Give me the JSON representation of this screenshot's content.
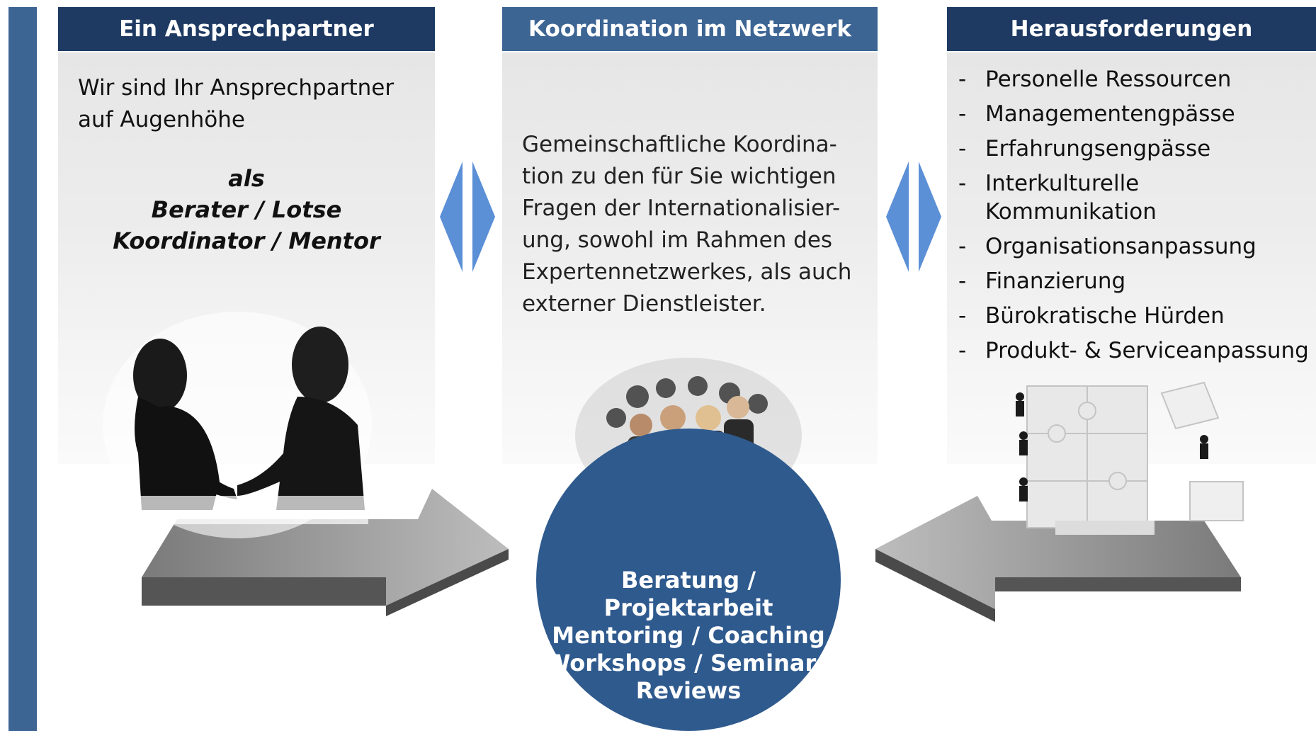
{
  "panels": {
    "left": {
      "title": "Ein Ansprechpartner",
      "intro_line1": "Wir sind Ihr Ansprechpartner",
      "intro_line2": "auf Augenhöhe",
      "role_line1": "als",
      "role_line2": "Berater / Lotse",
      "role_line3": "Koordinator / Mentor"
    },
    "middle": {
      "title": "Koordination im Netzwerk",
      "lines": [
        "Gemeinschaftliche Koordina-",
        "tion zu den für Sie wichtigen",
        "Fragen der Internationalisier-",
        "ung, sowohl im Rahmen des",
        "Expertennetzwerkes, als auch",
        "externer Dienstleister."
      ]
    },
    "right": {
      "title": "Herausforderungen",
      "bullet": "-",
      "items": [
        "Personelle Ressourcen",
        "Managementengpässe",
        "Erfahrungsengpässe",
        "Interkulturelle Kommunikation",
        "Organisationsanpassung",
        "Finanzierung",
        "Bürokratische Hürden",
        "Produkt- & Serviceanpassung"
      ]
    }
  },
  "services": {
    "lines": [
      "Beratung / Projektarbeit",
      "Mentoring / Coaching",
      "Workshops / Seminare",
      "Reviews"
    ]
  },
  "colors": {
    "header_dark": "#1e3a63",
    "header_mid": "#3d6594",
    "accent_bar": "#3d6594",
    "diamond_blue": "#5b8fd6",
    "circle_blue": "#2f5a8e",
    "arrow_gray": "#8c8c8c"
  },
  "illustrations": {
    "left": "handshake-silhouette",
    "middle": "business-team-photo",
    "right": "puzzle-team-figures"
  }
}
